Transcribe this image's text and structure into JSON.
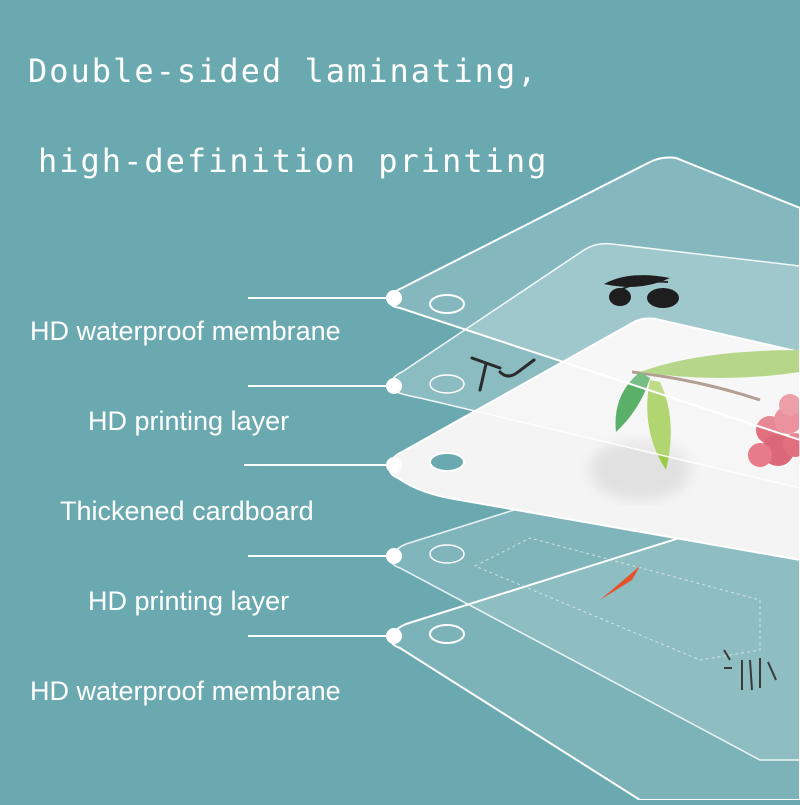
{
  "headline": {
    "line1": "Double-sided laminating,",
    "line2": "high-definition printing"
  },
  "layers": [
    {
      "label": "HD waterproof membrane"
    },
    {
      "label": "HD printing layer"
    },
    {
      "label": "Thickened cardboard"
    },
    {
      "label": "HD printing layer"
    },
    {
      "label": "HD waterproof membrane"
    }
  ],
  "colors": {
    "background": "#6aa9b0",
    "text": "#ffffff",
    "leaf_green": "#2e9a3f",
    "leaf_light": "#8fc24a",
    "fruit_red": "#d9485a",
    "accent_orange": "#e5532c"
  }
}
